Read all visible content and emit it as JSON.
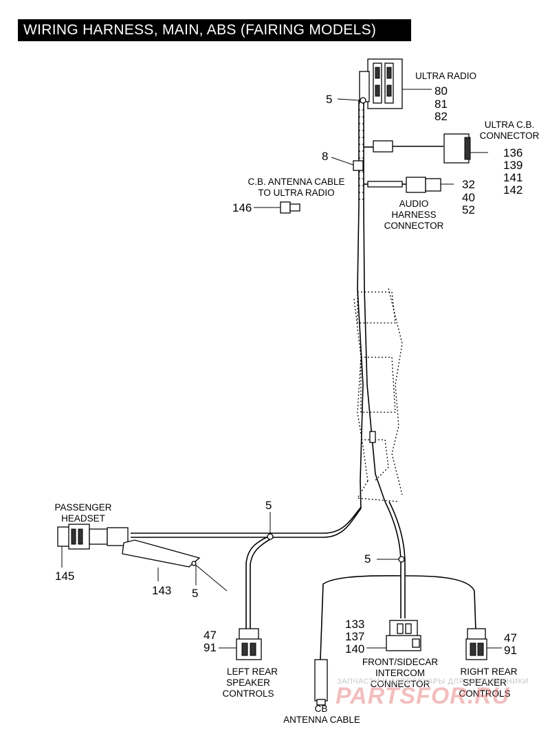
{
  "title": "WIRING HARNESS, MAIN, ABS (FAIRING MODELS)",
  "labels": {
    "ultra_radio": "ULTRA RADIO",
    "ultra_cb_connector_1": "ULTRA C.B.",
    "ultra_cb_connector_2": "CONNECTOR",
    "cb_antenna_cable_radio_1": "C.B. ANTENNA CABLE",
    "cb_antenna_cable_radio_2": "TO ULTRA RADIO",
    "audio_harness_1": "AUDIO",
    "audio_harness_2": "HARNESS",
    "audio_harness_3": "CONNECTOR",
    "passenger_headset_1": "PASSENGER",
    "passenger_headset_2": "HEADSET",
    "left_rear_1": "LEFT REAR",
    "left_rear_2": "SPEAKER",
    "left_rear_3": "CONTROLS",
    "intercom_1": "FRONT/SIDECAR",
    "intercom_2": "INTERCOM",
    "intercom_3": "CONNECTOR",
    "right_rear_1": "RIGHT REAR",
    "right_rear_2": "SPEAKER",
    "right_rear_3": "CONTROLS",
    "cb_antenna_cable_1": "CB",
    "cb_antenna_cable_2": "ANTENNA CABLE"
  },
  "callouts": {
    "radio": [
      "80",
      "81",
      "82"
    ],
    "cb_connector": [
      "136",
      "139",
      "141",
      "142"
    ],
    "audio": [
      "32",
      "40",
      "52"
    ],
    "clip_top": "5",
    "clip_mid": "8",
    "antenna_plug": "146",
    "headset_clip": "5",
    "headset": "145",
    "bracket": "143",
    "bracket_clip": "5",
    "left_rear": [
      "47",
      "91"
    ],
    "intercom": [
      "133",
      "137",
      "140"
    ],
    "right_clip": "5",
    "right_rear": [
      "47",
      "91"
    ]
  },
  "watermark": {
    "line1": "ЗАПЧАСТИ И АКСЕССУАРЫ ДЛЯ МОТОТЕХНИКИ",
    "line2": "PARTSFOR.RU"
  }
}
